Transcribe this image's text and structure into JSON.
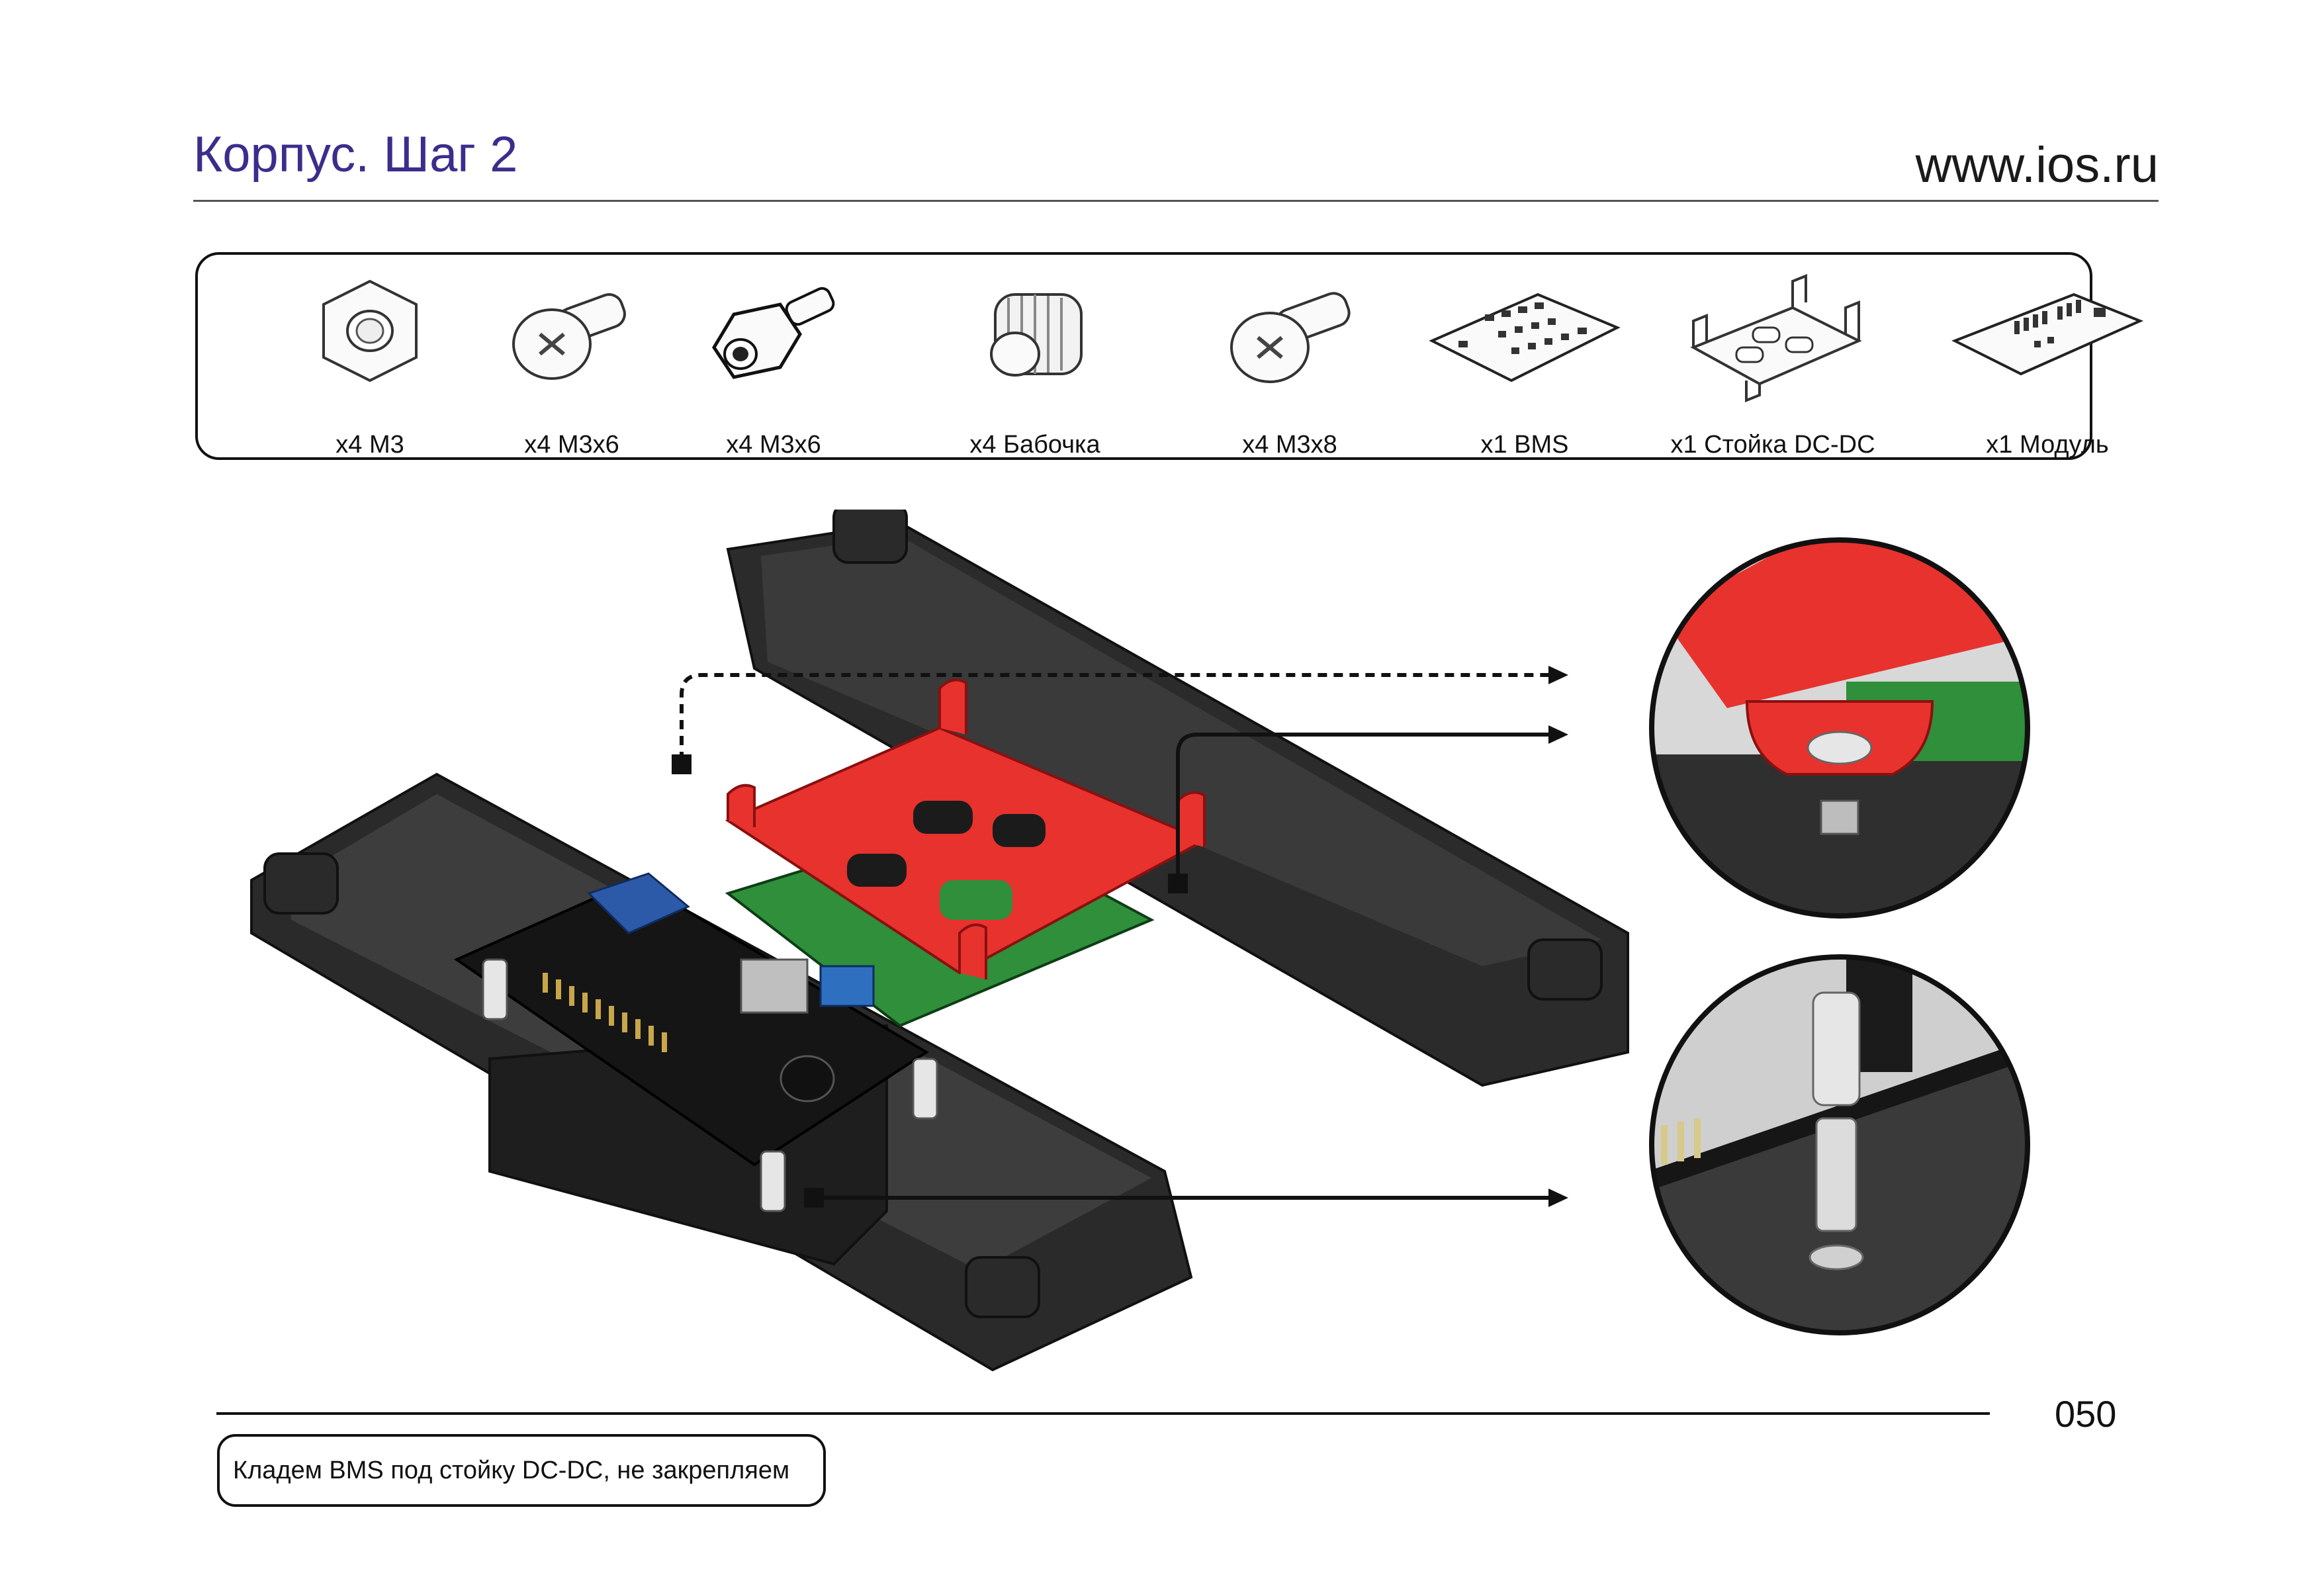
{
  "header": {
    "title": "Корпус. Шаг 2",
    "site": "www.ios.ru"
  },
  "parts": [
    {
      "label": "x4 M3",
      "icon": "hex-nut-icon"
    },
    {
      "label": "x4 M3x6",
      "icon": "screw-icon"
    },
    {
      "label": "x4 M3x6",
      "icon": "standoff-icon"
    },
    {
      "label": "x4 Бабочка",
      "icon": "thumb-nut-icon"
    },
    {
      "label": "x4 M3x8",
      "icon": "screw-icon"
    },
    {
      "label": "x1 BMS",
      "icon": "bms-board-icon"
    },
    {
      "label": "x1 Стойка DC-DC",
      "icon": "bracket-icon"
    },
    {
      "label": "x1 Модуль",
      "icon": "module-board-icon"
    }
  ],
  "colors": {
    "title": "#3b2d8c",
    "accent_red": "#e8322e",
    "case_dark": "#2a2a2a",
    "board_green": "#2f8f3a"
  },
  "footer": {
    "page_number": "050",
    "note": "Кладем BMS под стойку DC-DC, не закрепляем"
  }
}
